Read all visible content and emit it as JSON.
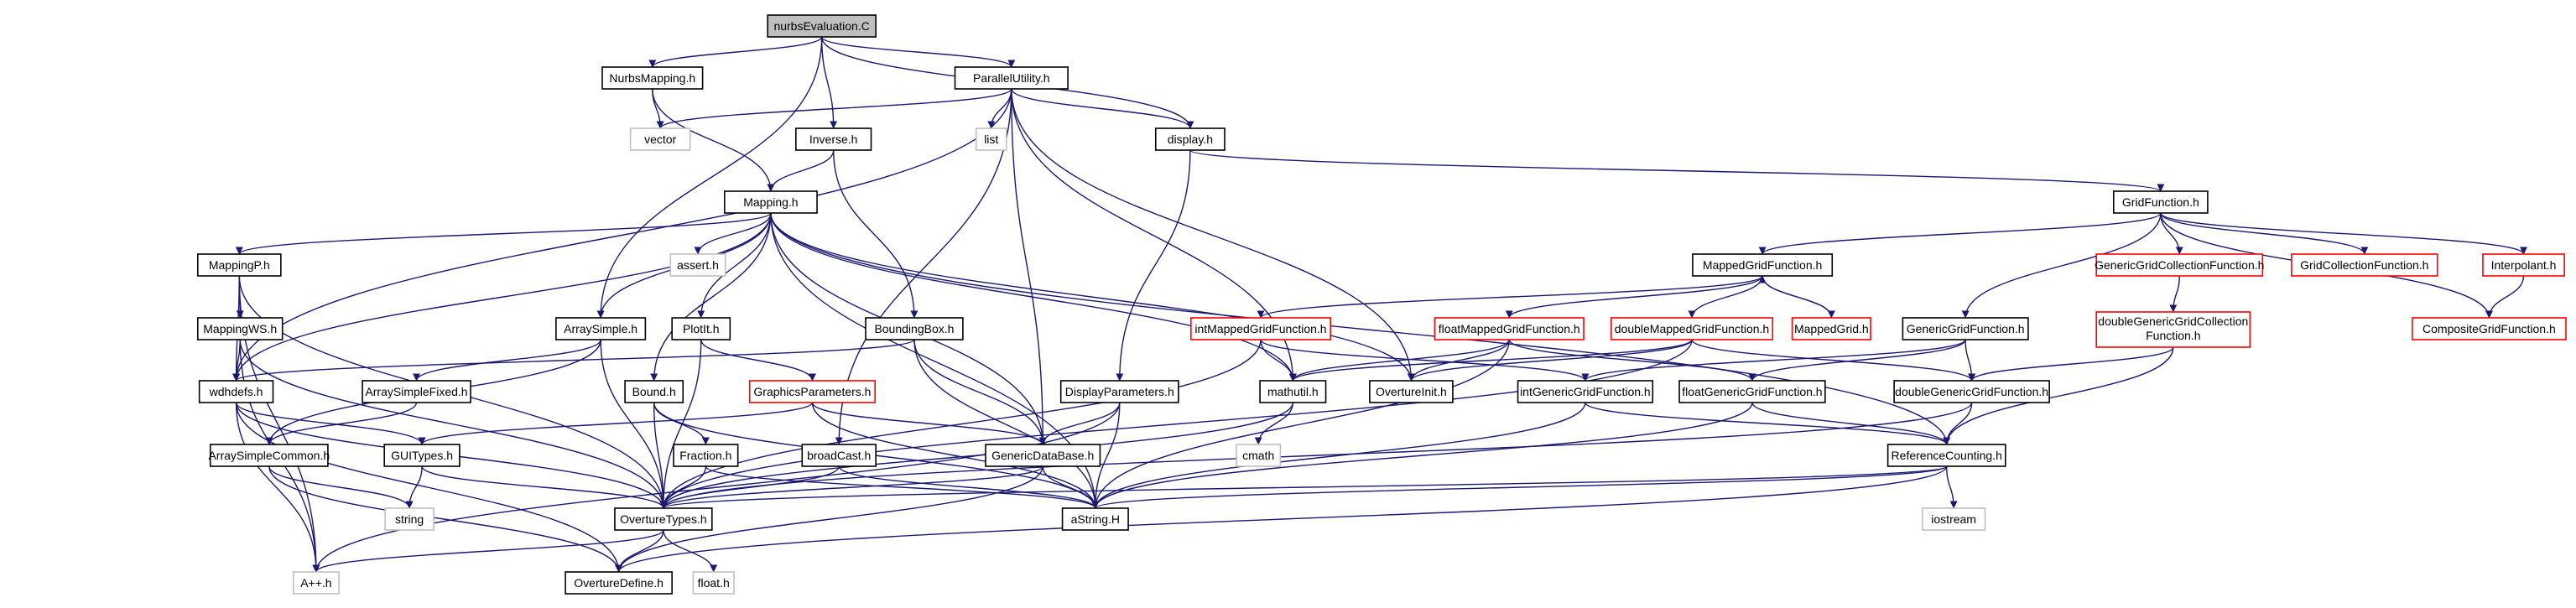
{
  "graph": {
    "title": "nurbsEvaluation.C include dependency graph",
    "nodes": [
      {
        "id": "nurbs",
        "label": "nurbsEvaluation.C",
        "kind": "root"
      },
      {
        "id": "nurbsmap",
        "label": "NurbsMapping.h",
        "kind": "doc"
      },
      {
        "id": "parallel",
        "label": "ParallelUtility.h",
        "kind": "doc"
      },
      {
        "id": "vector",
        "label": "vector",
        "kind": "ext"
      },
      {
        "id": "list",
        "label": "list",
        "kind": "ext"
      },
      {
        "id": "inverse",
        "label": "Inverse.h",
        "kind": "doc"
      },
      {
        "id": "display",
        "label": "display.h",
        "kind": "doc"
      },
      {
        "id": "mapping",
        "label": "Mapping.h",
        "kind": "doc"
      },
      {
        "id": "gridfunc",
        "label": "GridFunction.h",
        "kind": "doc"
      },
      {
        "id": "mappingp",
        "label": "MappingP.h",
        "kind": "doc"
      },
      {
        "id": "assert",
        "label": "assert.h",
        "kind": "ext"
      },
      {
        "id": "mgf",
        "label": "MappedGridFunction.h",
        "kind": "doc"
      },
      {
        "id": "ggcf",
        "label": "GenericGridCollectionFunction.h",
        "kind": "red"
      },
      {
        "id": "gcf",
        "label": "GridCollectionFunction.h",
        "kind": "red"
      },
      {
        "id": "interp",
        "label": "Interpolant.h",
        "kind": "red"
      },
      {
        "id": "mappingws",
        "label": "MappingWS.h",
        "kind": "doc"
      },
      {
        "id": "arraysimple",
        "label": "ArraySimple.h",
        "kind": "doc"
      },
      {
        "id": "plotit",
        "label": "PlotIt.h",
        "kind": "doc"
      },
      {
        "id": "bbox",
        "label": "BoundingBox.h",
        "kind": "doc"
      },
      {
        "id": "imgf",
        "label": "intMappedGridFunction.h",
        "kind": "red"
      },
      {
        "id": "fmgf",
        "label": "floatMappedGridFunction.h",
        "kind": "red"
      },
      {
        "id": "dmgf",
        "label": "doubleMappedGridFunction.h",
        "kind": "red"
      },
      {
        "id": "mappedgrid",
        "label": "MappedGrid.h",
        "kind": "red"
      },
      {
        "id": "ggf",
        "label": "GenericGridFunction.h",
        "kind": "doc"
      },
      {
        "id": "dggcf",
        "label": "doubleGenericGridCollection",
        "label2": "Function.h",
        "kind": "red"
      },
      {
        "id": "cgf",
        "label": "CompositeGridFunction.h",
        "kind": "red"
      },
      {
        "id": "wdhdefs",
        "label": "wdhdefs.h",
        "kind": "doc"
      },
      {
        "id": "asfixed",
        "label": "ArraySimpleFixed.h",
        "kind": "doc"
      },
      {
        "id": "bound",
        "label": "Bound.h",
        "kind": "doc"
      },
      {
        "id": "gp",
        "label": "GraphicsParameters.h",
        "kind": "red"
      },
      {
        "id": "dp",
        "label": "DisplayParameters.h",
        "kind": "doc"
      },
      {
        "id": "mathutil",
        "label": "mathutil.h",
        "kind": "doc"
      },
      {
        "id": "ovinit",
        "label": "OvertureInit.h",
        "kind": "doc"
      },
      {
        "id": "iggf",
        "label": "intGenericGridFunction.h",
        "kind": "doc"
      },
      {
        "id": "fggf",
        "label": "floatGenericGridFunction.h",
        "kind": "doc"
      },
      {
        "id": "dggf",
        "label": "doubleGenericGridFunction.h",
        "kind": "doc"
      },
      {
        "id": "ascommon",
        "label": "ArraySimpleCommon.h",
        "kind": "doc"
      },
      {
        "id": "guitypes",
        "label": "GUITypes.h",
        "kind": "doc"
      },
      {
        "id": "fraction",
        "label": "Fraction.h",
        "kind": "doc"
      },
      {
        "id": "broadcast",
        "label": "broadCast.h",
        "kind": "doc"
      },
      {
        "id": "gdb",
        "label": "GenericDataBase.h",
        "kind": "doc"
      },
      {
        "id": "cmath",
        "label": "cmath",
        "kind": "ext"
      },
      {
        "id": "refcount",
        "label": "ReferenceCounting.h",
        "kind": "doc"
      },
      {
        "id": "string",
        "label": "string",
        "kind": "ext"
      },
      {
        "id": "ovtypes",
        "label": "OvertureTypes.h",
        "kind": "doc"
      },
      {
        "id": "astring",
        "label": "aString.H",
        "kind": "doc"
      },
      {
        "id": "iostream",
        "label": "iostream",
        "kind": "ext"
      },
      {
        "id": "app",
        "label": "A++.h",
        "kind": "ext"
      },
      {
        "id": "ovdefine",
        "label": "OvertureDefine.h",
        "kind": "doc"
      },
      {
        "id": "floath",
        "label": "float.h",
        "kind": "ext"
      }
    ],
    "edges": [
      [
        "nurbs",
        "nurbsmap"
      ],
      [
        "nurbs",
        "parallel"
      ],
      [
        "nurbs",
        "inverse"
      ],
      [
        "nurbs",
        "display"
      ],
      [
        "nurbs",
        "arraysimple"
      ],
      [
        "nurbsmap",
        "vector"
      ],
      [
        "nurbsmap",
        "mapping"
      ],
      [
        "parallel",
        "vector"
      ],
      [
        "parallel",
        "list"
      ],
      [
        "parallel",
        "display"
      ],
      [
        "parallel",
        "wdhdefs"
      ],
      [
        "parallel",
        "broadcast"
      ],
      [
        "parallel",
        "gdb"
      ],
      [
        "parallel",
        "mathutil"
      ],
      [
        "parallel",
        "ovinit"
      ],
      [
        "inverse",
        "mapping"
      ],
      [
        "inverse",
        "bbox"
      ],
      [
        "display",
        "gridfunc"
      ],
      [
        "display",
        "dp"
      ],
      [
        "mapping",
        "mappingp"
      ],
      [
        "mapping",
        "assert"
      ],
      [
        "mapping",
        "arraysimple"
      ],
      [
        "mapping",
        "plotit"
      ],
      [
        "mapping",
        "bound"
      ],
      [
        "mapping",
        "wdhdefs"
      ],
      [
        "mapping",
        "gdb"
      ],
      [
        "mapping",
        "mathutil"
      ],
      [
        "mapping",
        "ovinit"
      ],
      [
        "mapping",
        "astring"
      ],
      [
        "mapping",
        "refcount"
      ],
      [
        "gridfunc",
        "mgf"
      ],
      [
        "gridfunc",
        "ggcf"
      ],
      [
        "gridfunc",
        "gcf"
      ],
      [
        "gridfunc",
        "interp"
      ],
      [
        "gridfunc",
        "ggf"
      ],
      [
        "gridfunc",
        "cgf"
      ],
      [
        "mappingp",
        "mappingws"
      ],
      [
        "mappingp",
        "wdhdefs"
      ],
      [
        "mappingp",
        "ovtypes"
      ],
      [
        "mappingp",
        "app"
      ],
      [
        "mappingws",
        "wdhdefs"
      ],
      [
        "mappingws",
        "ovtypes"
      ],
      [
        "mappingws",
        "app"
      ],
      [
        "arraysimple",
        "asfixed"
      ],
      [
        "arraysimple",
        "ascommon"
      ],
      [
        "arraysimple",
        "ovtypes"
      ],
      [
        "plotit",
        "gp"
      ],
      [
        "plotit",
        "ovtypes"
      ],
      [
        "bbox",
        "wdhdefs"
      ],
      [
        "bbox",
        "gdb"
      ],
      [
        "bbox",
        "astring"
      ],
      [
        "mgf",
        "imgf"
      ],
      [
        "mgf",
        "fmgf"
      ],
      [
        "mgf",
        "dmgf"
      ],
      [
        "mgf",
        "mappedgrid"
      ],
      [
        "mappedgrid",
        "mgf"
      ],
      [
        "ggcf",
        "dggcf"
      ],
      [
        "interp",
        "cgf"
      ],
      [
        "imgf",
        "mathutil"
      ],
      [
        "imgf",
        "iggf"
      ],
      [
        "imgf",
        "ovtypes"
      ],
      [
        "fmgf",
        "mathutil"
      ],
      [
        "fmgf",
        "ovinit"
      ],
      [
        "fmgf",
        "fggf"
      ],
      [
        "fmgf",
        "astring"
      ],
      [
        "dmgf",
        "mathutil"
      ],
      [
        "dmgf",
        "ovinit"
      ],
      [
        "dmgf",
        "dggf"
      ],
      [
        "dmgf",
        "ovtypes"
      ],
      [
        "ggf",
        "iggf"
      ],
      [
        "ggf",
        "fggf"
      ],
      [
        "ggf",
        "dggf"
      ],
      [
        "dggcf",
        "dggf"
      ],
      [
        "dggcf",
        "refcount"
      ],
      [
        "wdhdefs",
        "guitypes"
      ],
      [
        "wdhdefs",
        "ovtypes"
      ],
      [
        "wdhdefs",
        "app"
      ],
      [
        "wdhdefs",
        "ovdefine"
      ],
      [
        "asfixed",
        "ascommon"
      ],
      [
        "bound",
        "fraction"
      ],
      [
        "bound",
        "ovtypes"
      ],
      [
        "bound",
        "astring"
      ],
      [
        "gp",
        "guitypes"
      ],
      [
        "gp",
        "gdb"
      ],
      [
        "gp",
        "astring"
      ],
      [
        "dp",
        "gdb"
      ],
      [
        "dp",
        "astring"
      ],
      [
        "dp",
        "app"
      ],
      [
        "mathutil",
        "cmath"
      ],
      [
        "mathutil",
        "ovtypes"
      ],
      [
        "iggf",
        "refcount"
      ],
      [
        "iggf",
        "astring"
      ],
      [
        "fggf",
        "refcount"
      ],
      [
        "fggf",
        "astring"
      ],
      [
        "dggf",
        "refcount"
      ],
      [
        "dggf",
        "ovtypes"
      ],
      [
        "ascommon",
        "string"
      ],
      [
        "ascommon",
        "ovdefine"
      ],
      [
        "guitypes",
        "string"
      ],
      [
        "guitypes",
        "ovtypes"
      ],
      [
        "fraction",
        "ovtypes"
      ],
      [
        "fraction",
        "astring"
      ],
      [
        "broadcast",
        "ovtypes"
      ],
      [
        "broadcast",
        "astring"
      ],
      [
        "gdb",
        "ovtypes"
      ],
      [
        "gdb",
        "astring"
      ],
      [
        "gdb",
        "ovdefine"
      ],
      [
        "refcount",
        "iostream"
      ],
      [
        "refcount",
        "ovtypes"
      ],
      [
        "refcount",
        "astring"
      ],
      [
        "refcount",
        "ovdefine"
      ],
      [
        "ovtypes",
        "app"
      ],
      [
        "ovtypes",
        "ovdefine"
      ],
      [
        "ovtypes",
        "floath"
      ]
    ]
  }
}
